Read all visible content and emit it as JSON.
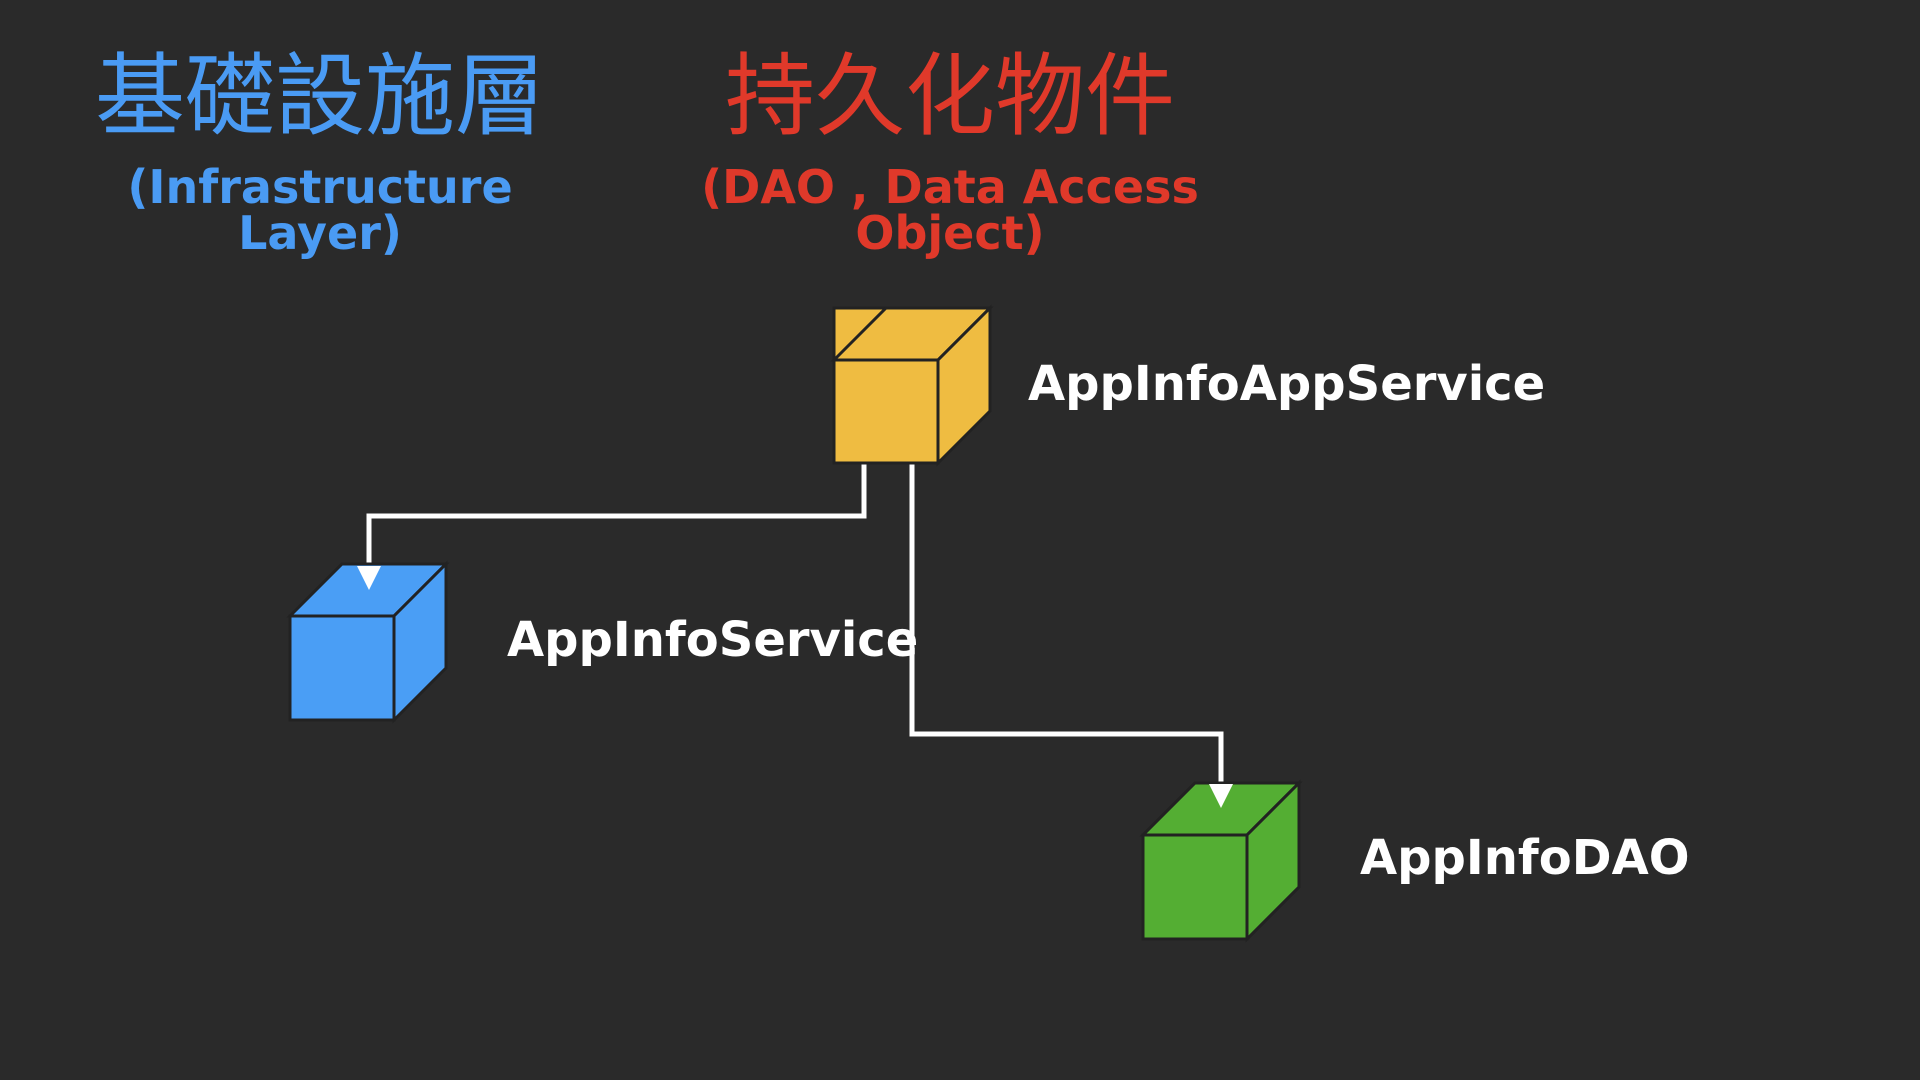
{
  "layers": {
    "infrastructure": {
      "title_cn": "基礎設施層",
      "title_en": "(Infrastructure Layer)",
      "color": "#4a9bf4"
    },
    "persistence": {
      "title_cn": "持久化物件",
      "title_en": "(DAO , Data Access Object)",
      "color": "#e0392a"
    }
  },
  "nodes": {
    "app_service": {
      "label": "AppInfoAppService",
      "color": "#efbc41"
    },
    "service": {
      "label": "AppInfoService",
      "color": "#4a9ef5"
    },
    "dao": {
      "label": "AppInfoDAO",
      "color": "#54ae33"
    }
  },
  "edges": [
    {
      "from": "AppInfoAppService",
      "to": "AppInfoService"
    },
    {
      "from": "AppInfoAppService",
      "to": "AppInfoDAO"
    }
  ]
}
